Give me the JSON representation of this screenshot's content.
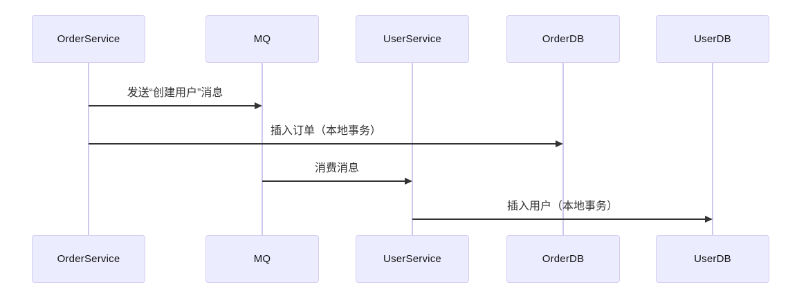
{
  "diagram": {
    "type": "sequence-diagram",
    "participants": [
      {
        "name": "OrderService"
      },
      {
        "name": "MQ"
      },
      {
        "name": "UserService"
      },
      {
        "name": "OrderDB"
      },
      {
        "name": "UserDB"
      }
    ],
    "messages": [
      {
        "label": "发送“创建用户”消息",
        "from": "OrderService",
        "to": "MQ"
      },
      {
        "label": "插入订单（本地事务）",
        "from": "OrderService",
        "to": "OrderDB"
      },
      {
        "label": "消费消息",
        "from": "MQ",
        "to": "UserService"
      },
      {
        "label": "插入用户（本地事务）",
        "from": "UserService",
        "to": "UserDB"
      }
    ],
    "colors": {
      "actor_fill": "#ececff",
      "actor_border": "#d6ccf2",
      "lifeline": "#d0c7ec",
      "arrow": "#333333",
      "message_text": "#333333",
      "actor_text": "#111111",
      "background": "#ffffff"
    }
  }
}
